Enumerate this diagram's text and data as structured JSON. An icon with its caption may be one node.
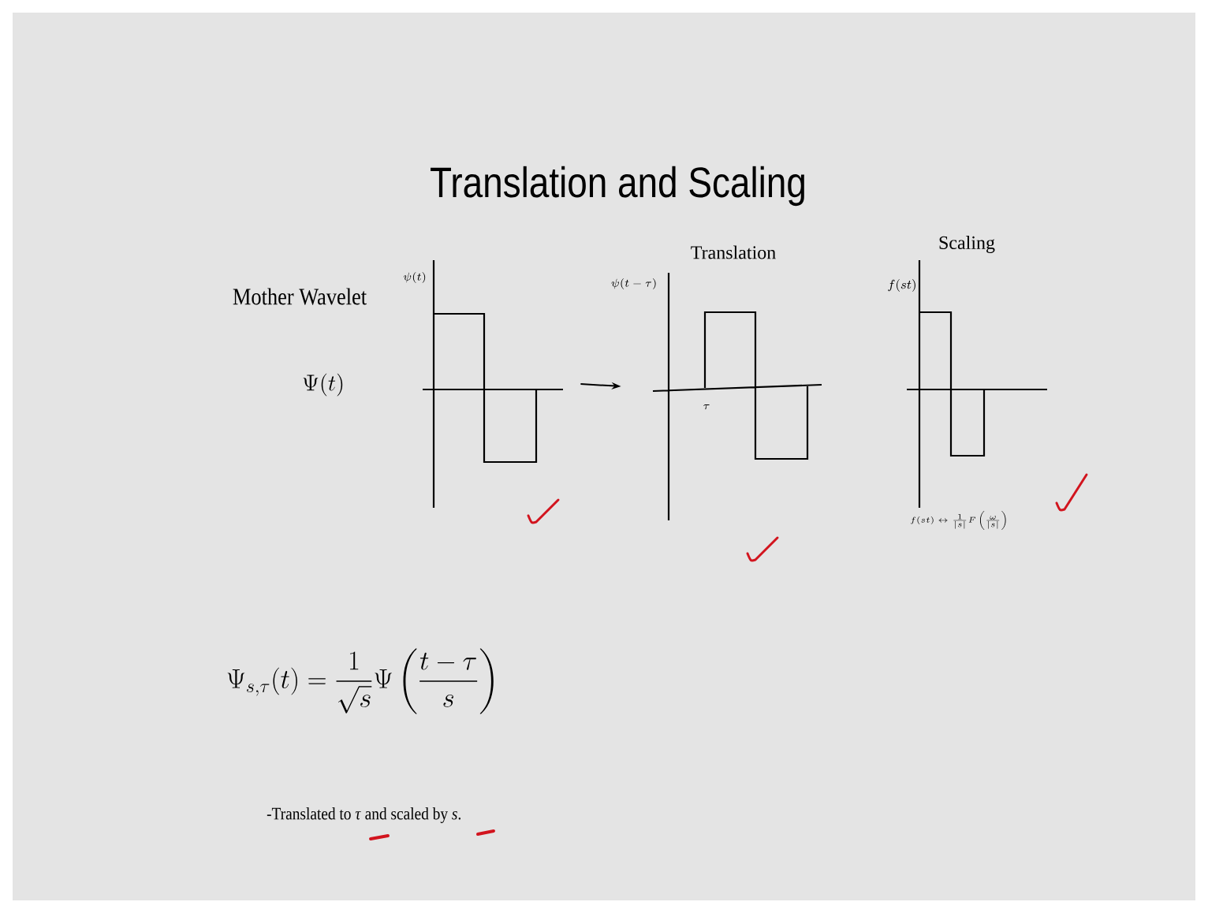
{
  "diagram": {
    "title": "Translation and Scaling",
    "nodes": [
      {
        "text": [
          "\\psi(t)"
        ]
      },
      {
        "text": [
          "Translation",
          "\\psi(t-\\tau)",
          "\\tau"
        ]
      },
      {
        "text": [
          "Scaling",
          "f(st)",
          "f(st)\\leftrightarrow\\frac{1}{|s|}F\\left(\\frac{\\omega}{|s|}\\right)"
        ]
      }
    ],
    "edges": [
      {
        "from": 0,
        "to": 1,
        "arrow": "to"
      }
    ],
    "labels": [
      "Mother Wavelet",
      "\\Psi(t)",
      "\\Psi_{s,\\tau}(t)=\\frac{1}{\\sqrt{s}}\\Psi\\left(\\frac{t-\\tau}{s}\\right)",
      "-Translated to *τ* and  scaled by *s*."
    ]
  }
}
